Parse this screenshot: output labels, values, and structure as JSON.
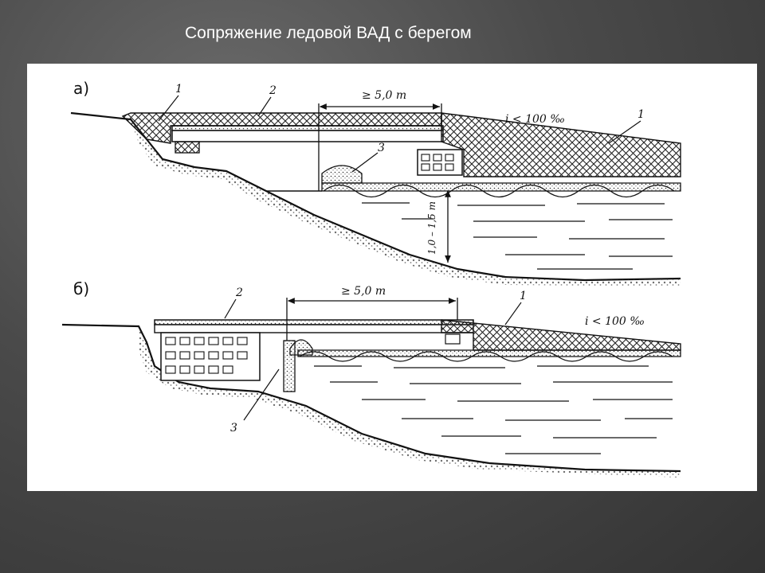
{
  "slide": {
    "title": "Сопряжение ледовой ВАД с берегом"
  },
  "diagram": {
    "a": {
      "panel_label": "а)",
      "callout_1_left": "1",
      "callout_2": "2",
      "callout_1_right": "1",
      "callout_3": "3",
      "span_label": "≥ 5,0 m",
      "slope_label": "i < 100 ‰",
      "depth_label": "1,0 – 1,5 m"
    },
    "b": {
      "panel_label": "б)",
      "callout_2": "2",
      "callout_1": "1",
      "callout_3": "3",
      "span_label": "≥ 5,0 m",
      "slope_label": "i < 100 ‰"
    }
  }
}
